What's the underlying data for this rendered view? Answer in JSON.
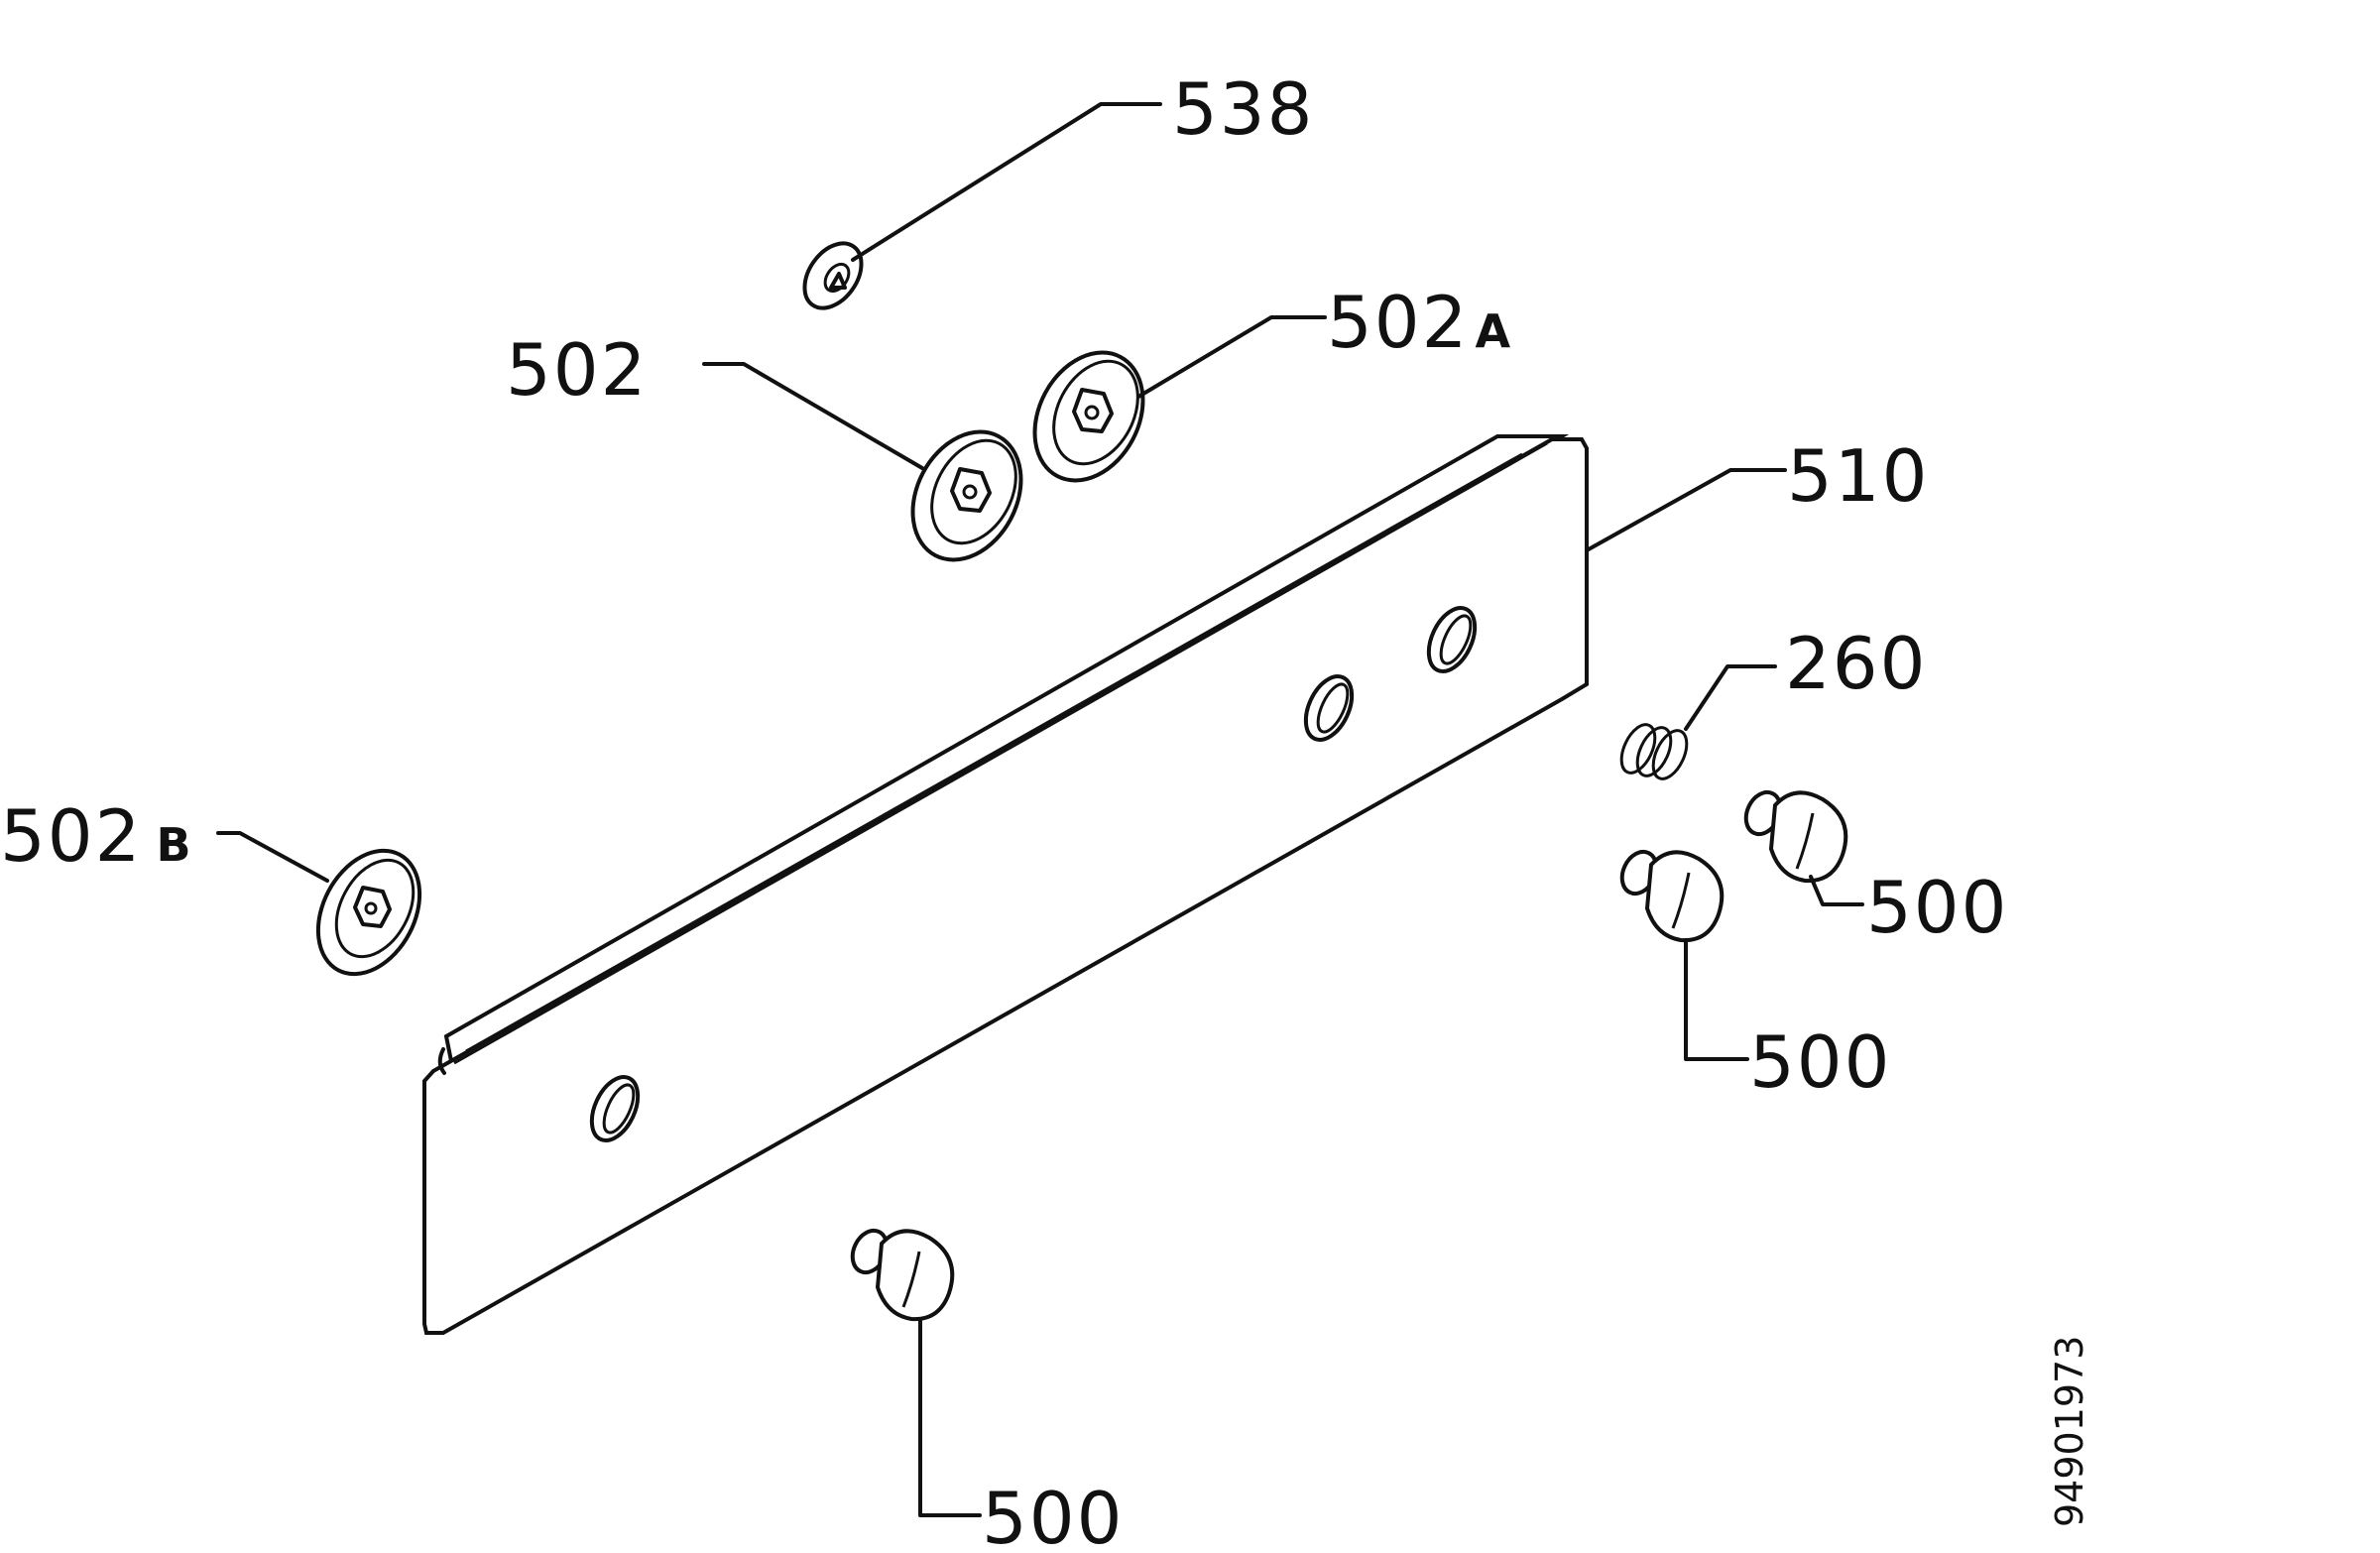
{
  "diagram": {
    "colors": {
      "ink": "#111111",
      "background": "#ffffff"
    },
    "callouts": [
      {
        "id": "c538",
        "number": "538",
        "suffix": ""
      },
      {
        "id": "c502",
        "number": "502",
        "suffix": ""
      },
      {
        "id": "c502a",
        "number": "502",
        "suffix": "A"
      },
      {
        "id": "c510",
        "number": "510",
        "suffix": ""
      },
      {
        "id": "c260",
        "number": "260",
        "suffix": ""
      },
      {
        "id": "c502b",
        "number": "502",
        "suffix": "B"
      },
      {
        "id": "c500a",
        "number": "500",
        "suffix": ""
      },
      {
        "id": "c500b",
        "number": "500",
        "suffix": ""
      },
      {
        "id": "c500c",
        "number": "500",
        "suffix": ""
      }
    ],
    "document_number": "94901973"
  }
}
